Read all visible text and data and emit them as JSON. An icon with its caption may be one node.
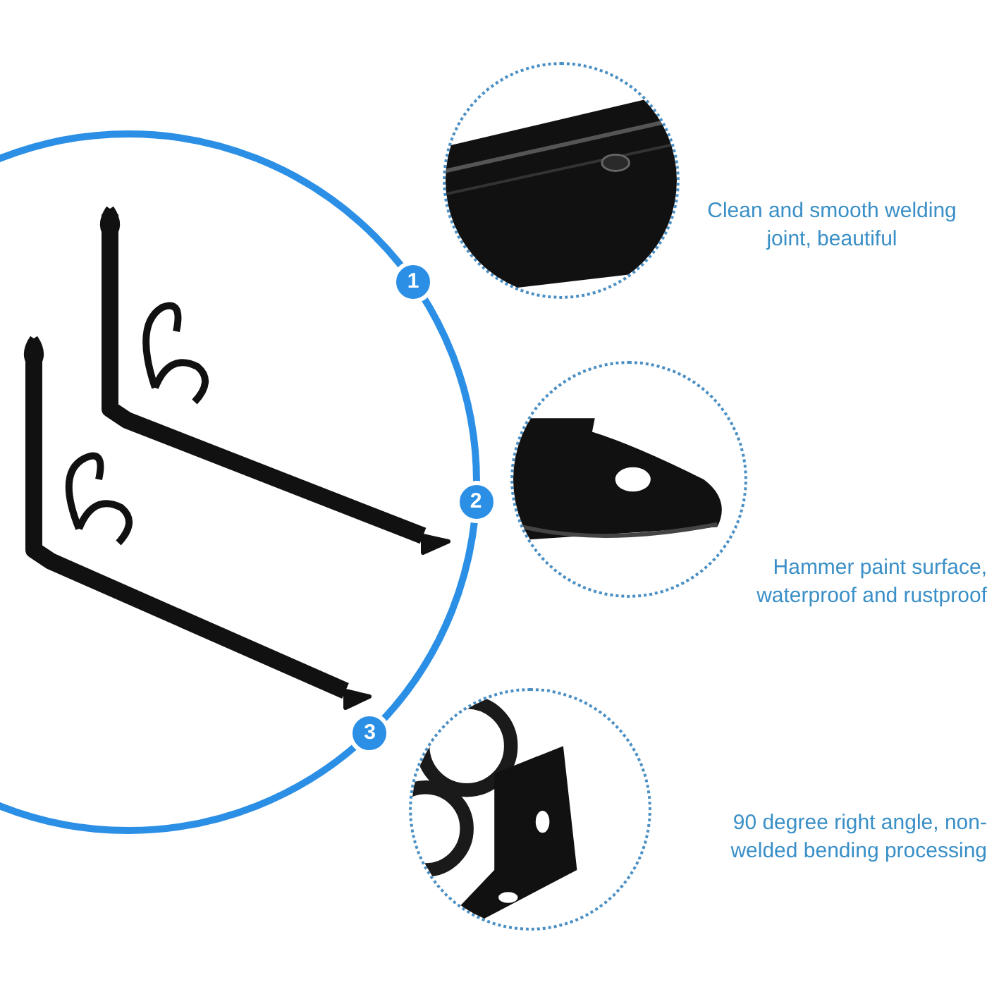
{
  "diagram": {
    "nodes": [
      {
        "text": [
          "1"
        ]
      },
      {
        "text": [
          "2"
        ]
      },
      {
        "text": [
          "3"
        ]
      },
      {
        "text": [],
        "shape": "picture",
        "beside": [
          "Clean and smooth welding joint, beautiful"
        ]
      },
      {
        "text": [],
        "shape": "picture",
        "beside": [
          "Hammer paint surface, waterproof and rustproof"
        ]
      },
      {
        "text": [],
        "shape": "picture",
        "beside": [
          "90 degree right angle, non-welded bending processing"
        ]
      }
    ]
  }
}
